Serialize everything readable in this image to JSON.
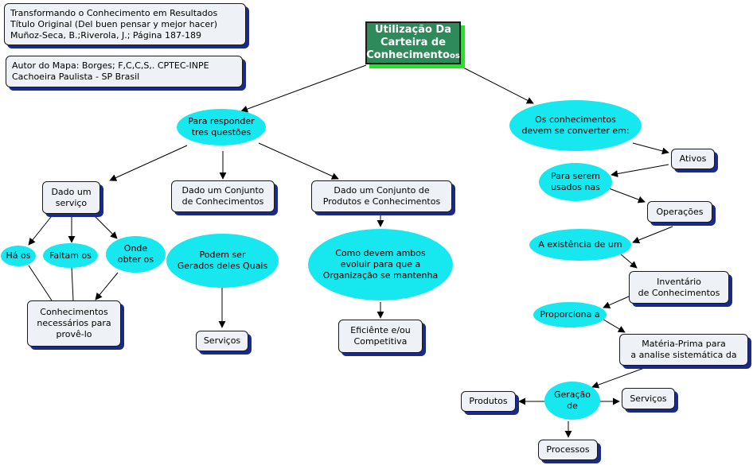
{
  "title": {
    "main": "Utilização Da\nCarteira de\nConhecimento",
    "tail": "os"
  },
  "info": {
    "source": "Transformando o Conhecimento  em Resultados\nTítulo Original (Del buen pensar y mejor hacer)\nMuñoz-Seca, B.;Riverola, J.; Página 187-189",
    "author": "Autor do Mapa: Borges; F,C,C,S,. CPTEC-INPE\nCachoeira Paulista - SP Brasil"
  },
  "nodes": {
    "responder": "Para responder\ntres questões",
    "dado_servico": "Dado um\nserviço",
    "ha_os": "Há os",
    "faltam_os": "Faltam os",
    "onde_obter": "Onde\nobter os",
    "conhec_necessarios": "Conhecimentos\nnecessários para\nprovê-lo",
    "dado_conjunto": "Dado um Conjunto\nde Conhecimentos",
    "podem_ser": "Podem ser\nGerados deles Quais",
    "servicos_left": "Serviços",
    "dado_produtos": "Dado um Conjunto de\nProdutos e Conhecimentos",
    "como_devem": "Como devem ambos\nevoluir para  que a\nOrganização se mantenha",
    "eficiente": "Eficiênte e/ou\nCompetitiva",
    "devem_converter": "Os conhecimentos\ndevem se converter em:",
    "ativos": "Ativos",
    "para_serem": "Para serem\nusados nas",
    "operacoes": "Operações",
    "existencia": "A existência de um",
    "inventario": "Inventário\nde Conhecimentos",
    "proporciona": "Proporciona a",
    "materia_prima": "Matéria-Prima para\na analise sistemática da",
    "geracao": "Geração\nde",
    "produtos": "Produtos",
    "servicos_right": "Serviços",
    "processos": "Processos"
  },
  "colors": {
    "oval": "#17e8f0",
    "box_fill": "#eef1f5",
    "box_shadow": "#1a2a8c",
    "title_fill": "#2f8a5b",
    "title_shadow": "#1fe81f"
  }
}
